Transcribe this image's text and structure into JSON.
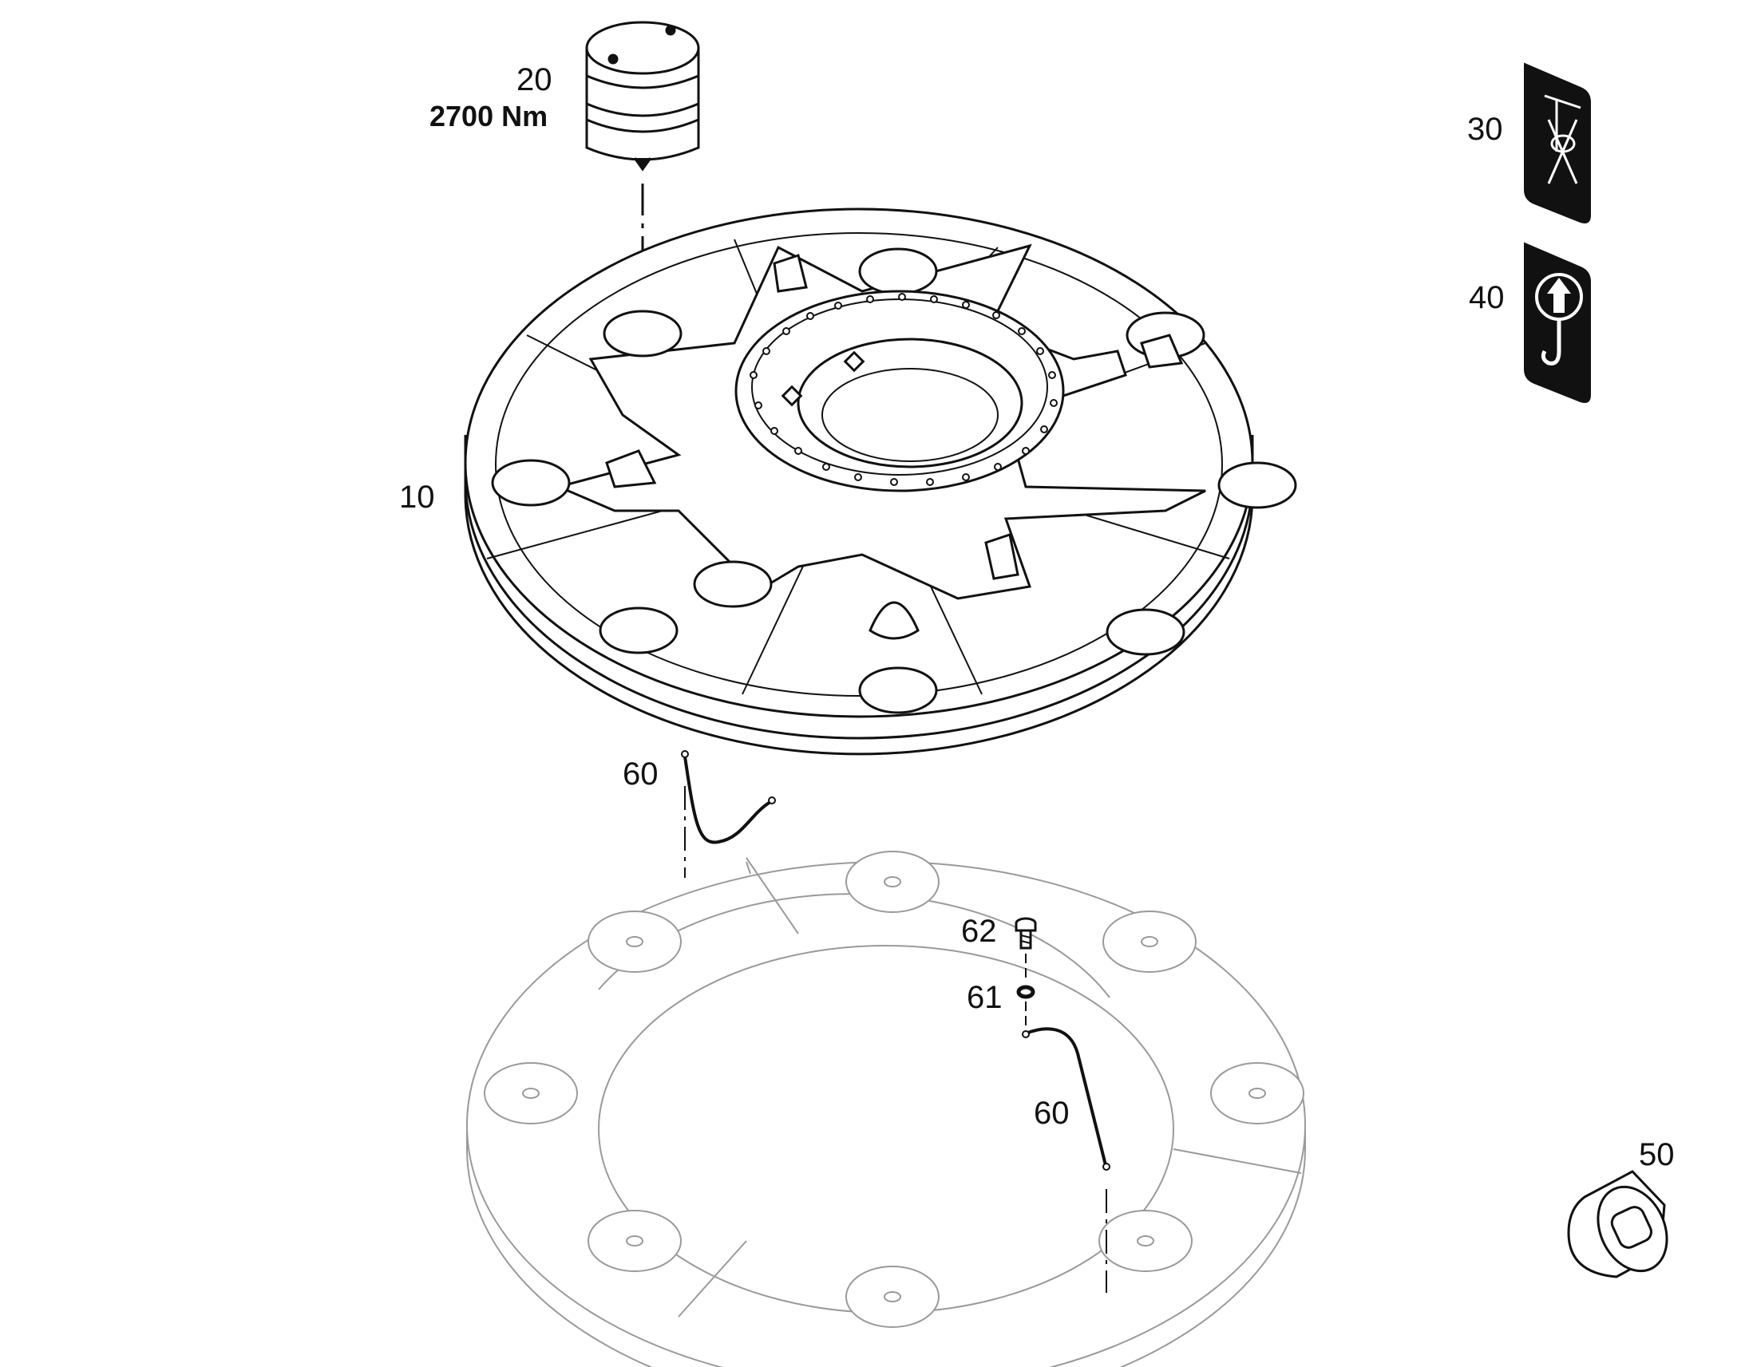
{
  "callouts": {
    "counterweight": "10",
    "plug": "20",
    "plug_torque": "2700 Nm",
    "sign_warning": "30",
    "sign_lifting": "40",
    "sleeve": "50",
    "cable_left": "60",
    "cable_right": "60",
    "washer": "61",
    "screw": "62"
  },
  "colors": {
    "line": "#111111",
    "faint_line": "#9a9a9a",
    "sign_bg": "#111111",
    "sign_fg": "#ffffff"
  }
}
